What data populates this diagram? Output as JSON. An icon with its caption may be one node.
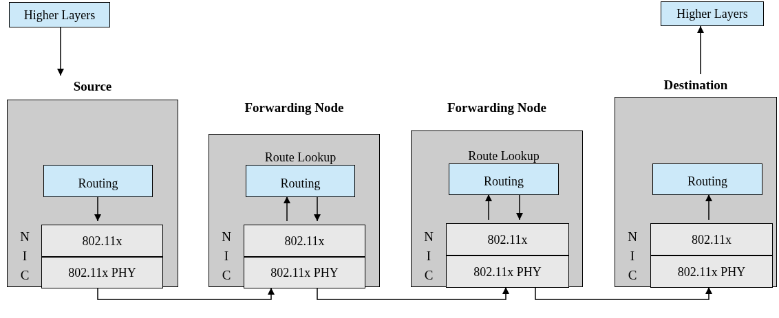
{
  "diagram": {
    "nodes": [
      {
        "text": [
          "Higher Layers"
        ]
      },
      {
        "text": [
          "Source",
          "NIC"
        ]
      },
      {
        "text": [
          "Routing"
        ],
        "in": 1
      },
      {
        "text": [
          "802.11x"
        ],
        "in": 1
      },
      {
        "text": [
          "802.11x PHY"
        ],
        "in": 1
      },
      {
        "text": [
          "Forwarding Node",
          "NIC"
        ]
      },
      {
        "text": [
          "Routing"
        ],
        "in": 5,
        "beside": [
          "Route Lookup"
        ]
      },
      {
        "text": [
          "802.11x"
        ],
        "in": 5
      },
      {
        "text": [
          "802.11x PHY"
        ],
        "in": 5
      },
      {
        "text": [
          "Forwarding Node",
          "NIC"
        ]
      },
      {
        "text": [
          "Routing"
        ],
        "in": 9,
        "beside": [
          "Route Lookup"
        ]
      },
      {
        "text": [
          "802.11x"
        ],
        "in": 9
      },
      {
        "text": [
          "802.11x PHY"
        ],
        "in": 9
      },
      {
        "text": [
          "Higher Layers"
        ]
      },
      {
        "text": [
          "Destination",
          "NIC"
        ]
      },
      {
        "text": [
          "Routing"
        ],
        "in": 14
      },
      {
        "text": [
          "802.11x"
        ],
        "in": 14
      },
      {
        "text": [
          "802.11x PHY"
        ],
        "in": 14
      }
    ],
    "edges": [
      {
        "from": 0,
        "to": 1,
        "arrow": "to"
      },
      {
        "from": 2,
        "to": 3,
        "arrow": "to"
      },
      {
        "from": 4,
        "to": 8,
        "arrow": "to"
      },
      {
        "from": 7,
        "to": 6,
        "arrow": "to"
      },
      {
        "from": 6,
        "to": 7,
        "arrow": "to"
      },
      {
        "from": 8,
        "to": 12,
        "arrow": "to"
      },
      {
        "from": 11,
        "to": 10,
        "arrow": "to"
      },
      {
        "from": 10,
        "to": 11,
        "arrow": "to"
      },
      {
        "from": 12,
        "to": 17,
        "arrow": "to"
      },
      {
        "from": 16,
        "to": 15,
        "arrow": "to"
      },
      {
        "from": 14,
        "to": 13,
        "arrow": "to"
      }
    ]
  }
}
